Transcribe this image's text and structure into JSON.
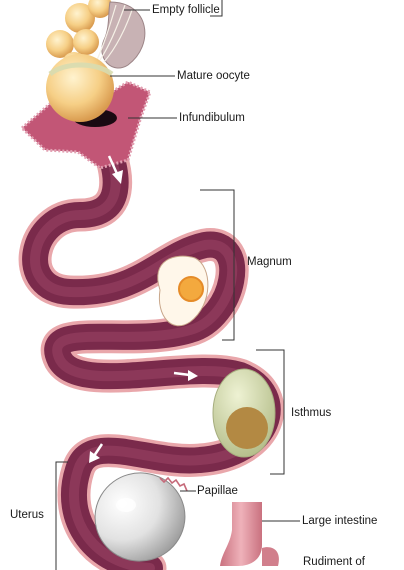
{
  "labels": {
    "empty_follicle": "Empty follicle",
    "mature_oocyte": "Mature oocyte",
    "infundibulum": "Infundibulum",
    "magnum": "Magnum",
    "isthmus": "Isthmus",
    "uterus": "Uterus",
    "papillae": "Papillae",
    "large_intestine": "Large intestine",
    "rudiment_of": "Rudiment of"
  },
  "colors": {
    "oviduct_outer": "#e9a7ab",
    "oviduct_inner": "#7a2a4b",
    "infundibulum": "#c25676",
    "yolk": "#f0c27a",
    "follicle": "#c8b2b4",
    "isthmus_shell": "#d9e0b7",
    "isthmus_yolk": "#b38943",
    "egg_shell": "#dddddd",
    "intestine": "#dd939d",
    "arrow": "#ffffff",
    "leader": "#333333"
  }
}
